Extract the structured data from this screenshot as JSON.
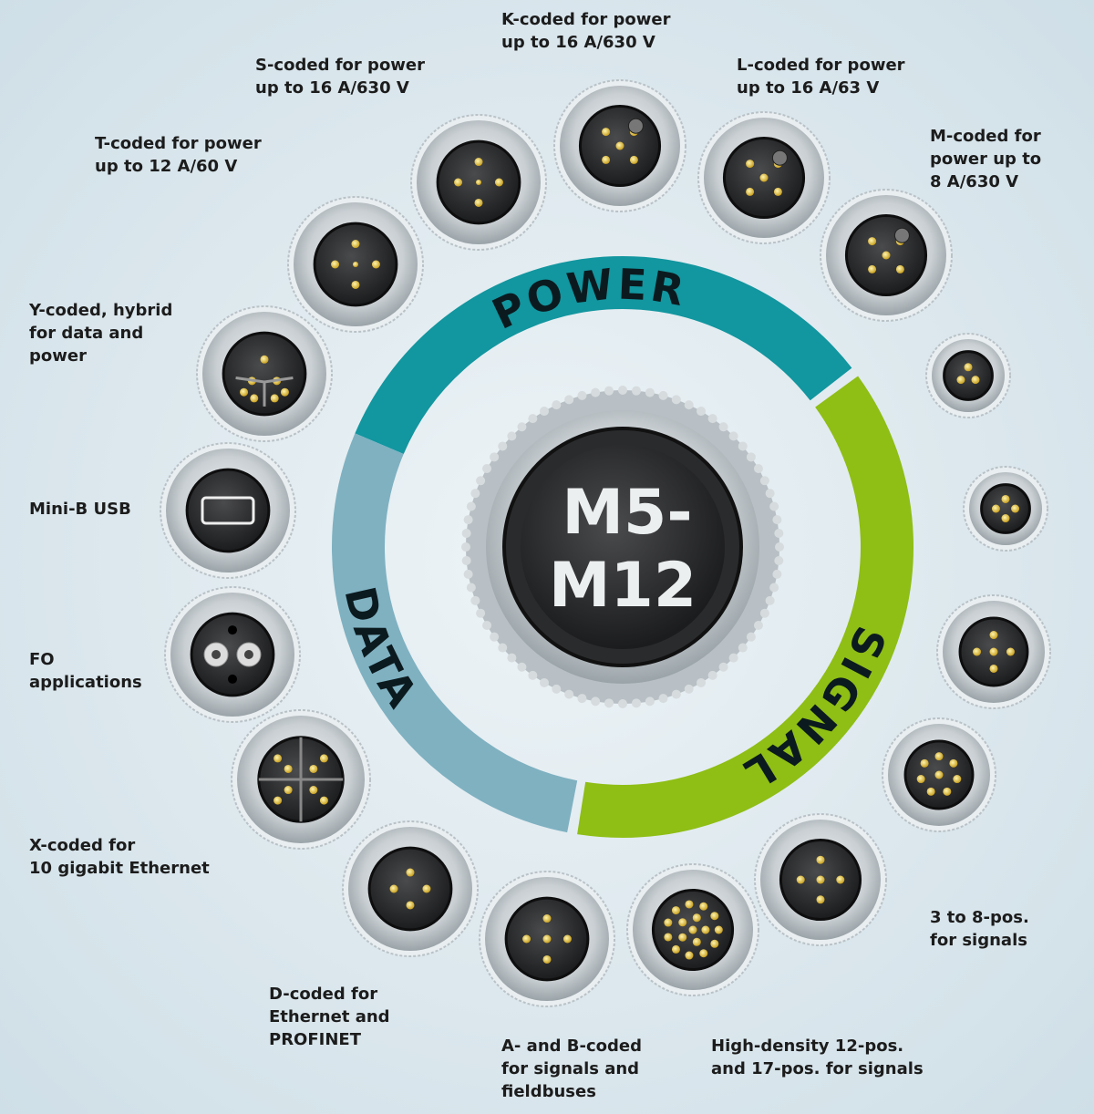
{
  "ring": {
    "power_label": "POWER",
    "signal_label": "SIGNAL",
    "data_label": "DATA",
    "colors": {
      "power": "#12969f",
      "signal": "#8fbe15",
      "data": "#7fb1c1"
    }
  },
  "center": {
    "line1": "M5-",
    "line2": "M12"
  },
  "labels": {
    "k_coded": "K-coded for power\nup to 16 A/630 V",
    "s_coded": "S-coded for power\nup to 16 A/630 V",
    "l_coded": "L-coded for power\nup to 16 A/63 V",
    "t_coded": "T-coded for power\nup to 12 A/60 V",
    "m_coded": "M-coded for\npower up to\n8 A/630 V",
    "y_coded": "Y-coded, hybrid\nfor data and\npower",
    "mini_usb": "Mini-B USB",
    "fo": "FO\napplications",
    "x_coded": "X-coded for\n10 gigabit Ethernet",
    "d_coded": "D-coded for\nEthernet and\nPROFINET",
    "ab_coded": "A- and B-coded\nfor signals and\nfieldbuses",
    "high_density": "High-density 12-pos.\nand 17-pos. for signals",
    "signal_pos": "3 to 8-pos.\nfor signals"
  }
}
